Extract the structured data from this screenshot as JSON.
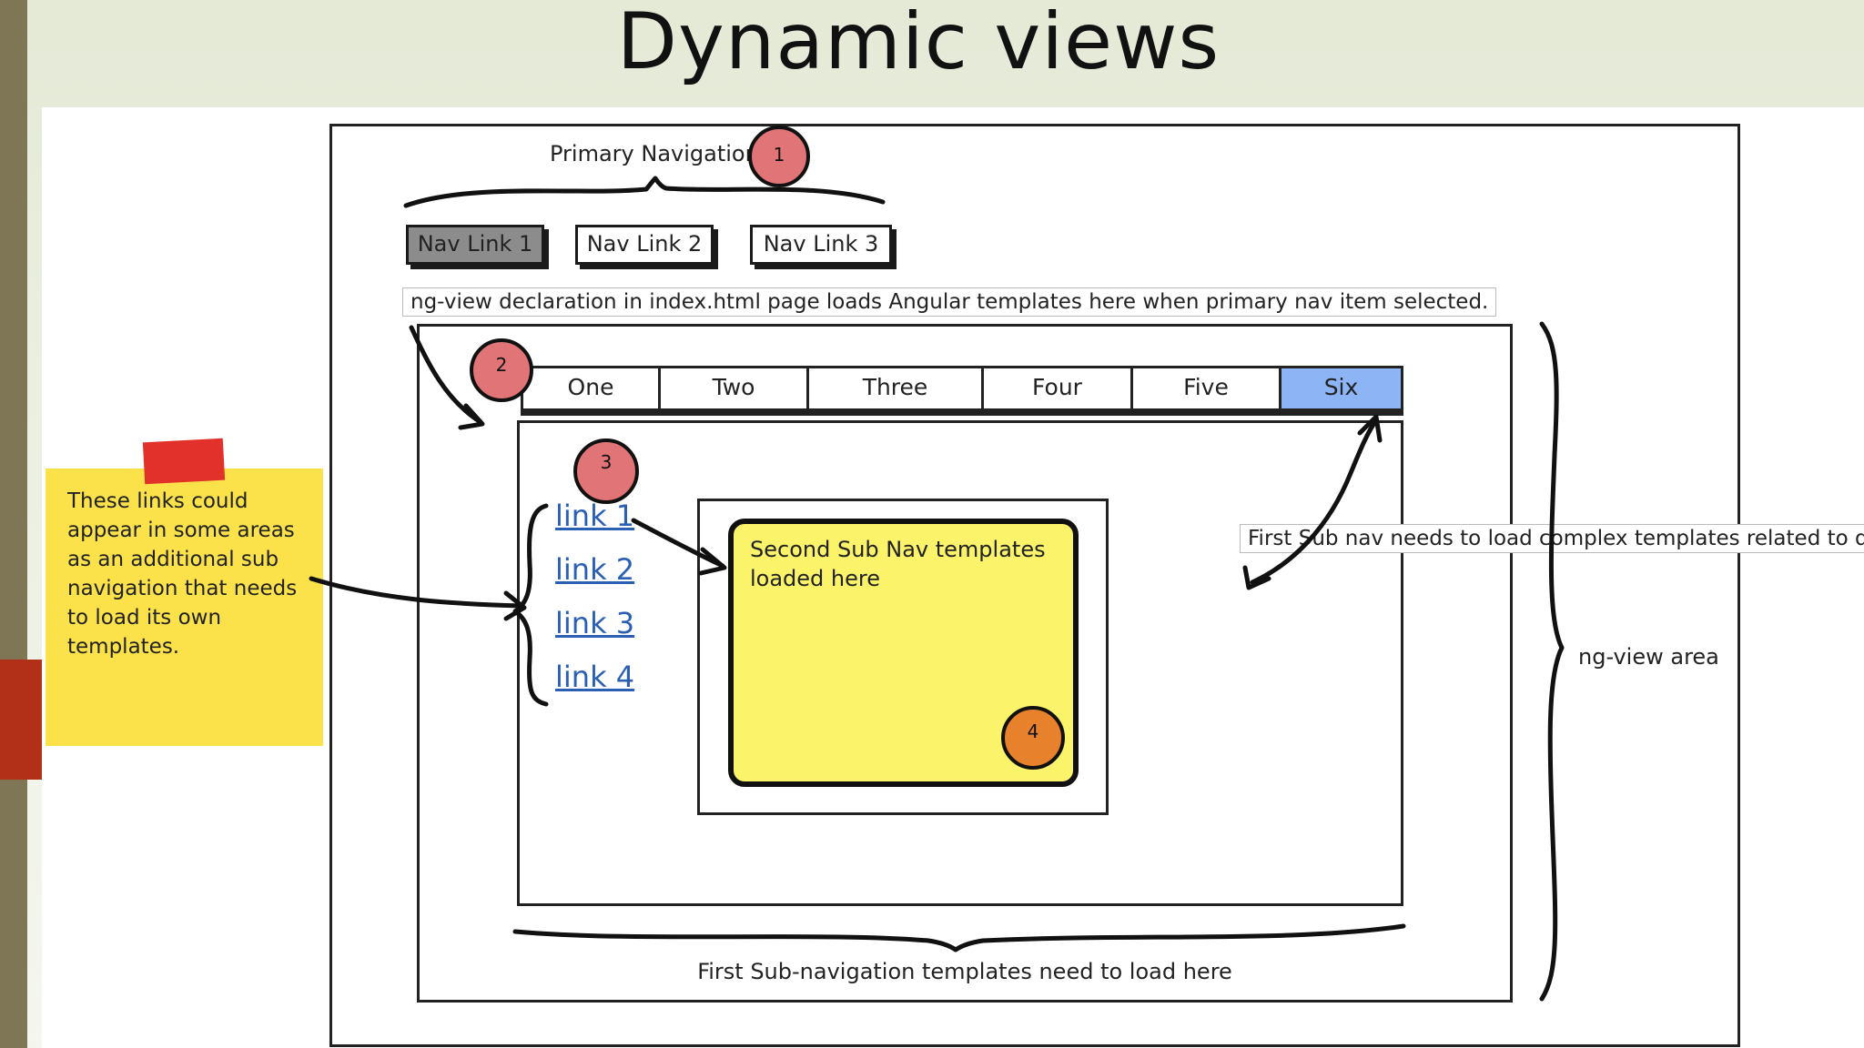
{
  "slide": {
    "title": "Dynamic views"
  },
  "primary_nav": {
    "label": "Primary Navigation",
    "links": [
      "Nav Link 1",
      "Nav Link 2",
      "Nav Link 3"
    ],
    "active_index": 0
  },
  "ngview_callout": "ng-view declaration in index.html page loads Angular templates here when primary nav item selected.",
  "sub_nav": {
    "tabs": [
      "One",
      "Two",
      "Three",
      "Four",
      "Five",
      "Six"
    ],
    "selected_index": 5
  },
  "sub_links": [
    "link 1",
    "link 2",
    "link 3",
    "link 4"
  ],
  "second_sub_nav_text": "Second Sub Nav templates loaded here",
  "first_sub_nav_callout": "First Sub nav needs to load complex templates related to di",
  "sticky_note": "These links could appear in some areas as an additional sub navigation that needs to load its own templates.",
  "bottom_label": "First Sub-navigation templates need to load here",
  "side_label": "ng-view area",
  "badges": [
    "1",
    "2",
    "3",
    "4"
  ],
  "colors": {
    "badge_red": "#e07476",
    "badge_orange": "#e8812c",
    "tab_selected": "#8db4f5",
    "sticky_yellow": "#fbe24a",
    "template_yellow": "#fbf46a",
    "link_blue": "#2a5fb4"
  }
}
